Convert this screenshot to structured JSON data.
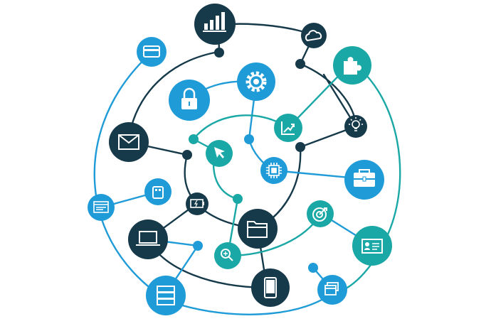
{
  "colors": {
    "navy": "#163a4a",
    "blue": "#1f9bd7",
    "teal": "#1aa8a6",
    "line_blue": "#1f9bd7",
    "line_teal": "#19a8a6",
    "line_navy": "#163a4a",
    "icon_white": "#ffffff"
  },
  "nodes": [
    {
      "id": "bar-chart",
      "icon": "bar-chart-icon",
      "color": "navy"
    },
    {
      "id": "cloud",
      "icon": "cloud-icon",
      "color": "navy"
    },
    {
      "id": "card",
      "icon": "credit-card-icon",
      "color": "blue"
    },
    {
      "id": "puzzle",
      "icon": "puzzle-piece-icon",
      "color": "teal"
    },
    {
      "id": "gear",
      "icon": "gear-icon",
      "color": "blue"
    },
    {
      "id": "lock",
      "icon": "padlock-icon",
      "color": "blue"
    },
    {
      "id": "growth",
      "icon": "growth-arrow-icon",
      "color": "teal"
    },
    {
      "id": "bulb",
      "icon": "lightbulb-icon",
      "color": "navy"
    },
    {
      "id": "mail",
      "icon": "envelope-icon",
      "color": "navy"
    },
    {
      "id": "cursor",
      "icon": "cursor-arrow-icon",
      "color": "teal"
    },
    {
      "id": "chip",
      "icon": "microchip-icon",
      "color": "blue"
    },
    {
      "id": "briefcase",
      "icon": "briefcase-icon",
      "color": "blue"
    },
    {
      "id": "usb",
      "icon": "usb-drive-icon",
      "color": "blue"
    },
    {
      "id": "message",
      "icon": "message-window-icon",
      "color": "blue"
    },
    {
      "id": "battery",
      "icon": "battery-icon",
      "color": "navy"
    },
    {
      "id": "target",
      "icon": "target-icon",
      "color": "teal"
    },
    {
      "id": "folder",
      "icon": "folder-icon",
      "color": "navy"
    },
    {
      "id": "laptop",
      "icon": "laptop-icon",
      "color": "navy"
    },
    {
      "id": "id-card",
      "icon": "id-card-icon",
      "color": "teal"
    },
    {
      "id": "search",
      "icon": "magnifier-icon",
      "color": "teal"
    },
    {
      "id": "server",
      "icon": "server-icon",
      "color": "blue"
    },
    {
      "id": "phone",
      "icon": "smartphone-icon",
      "color": "navy"
    },
    {
      "id": "windows",
      "icon": "stacked-windows-icon",
      "color": "blue"
    }
  ]
}
